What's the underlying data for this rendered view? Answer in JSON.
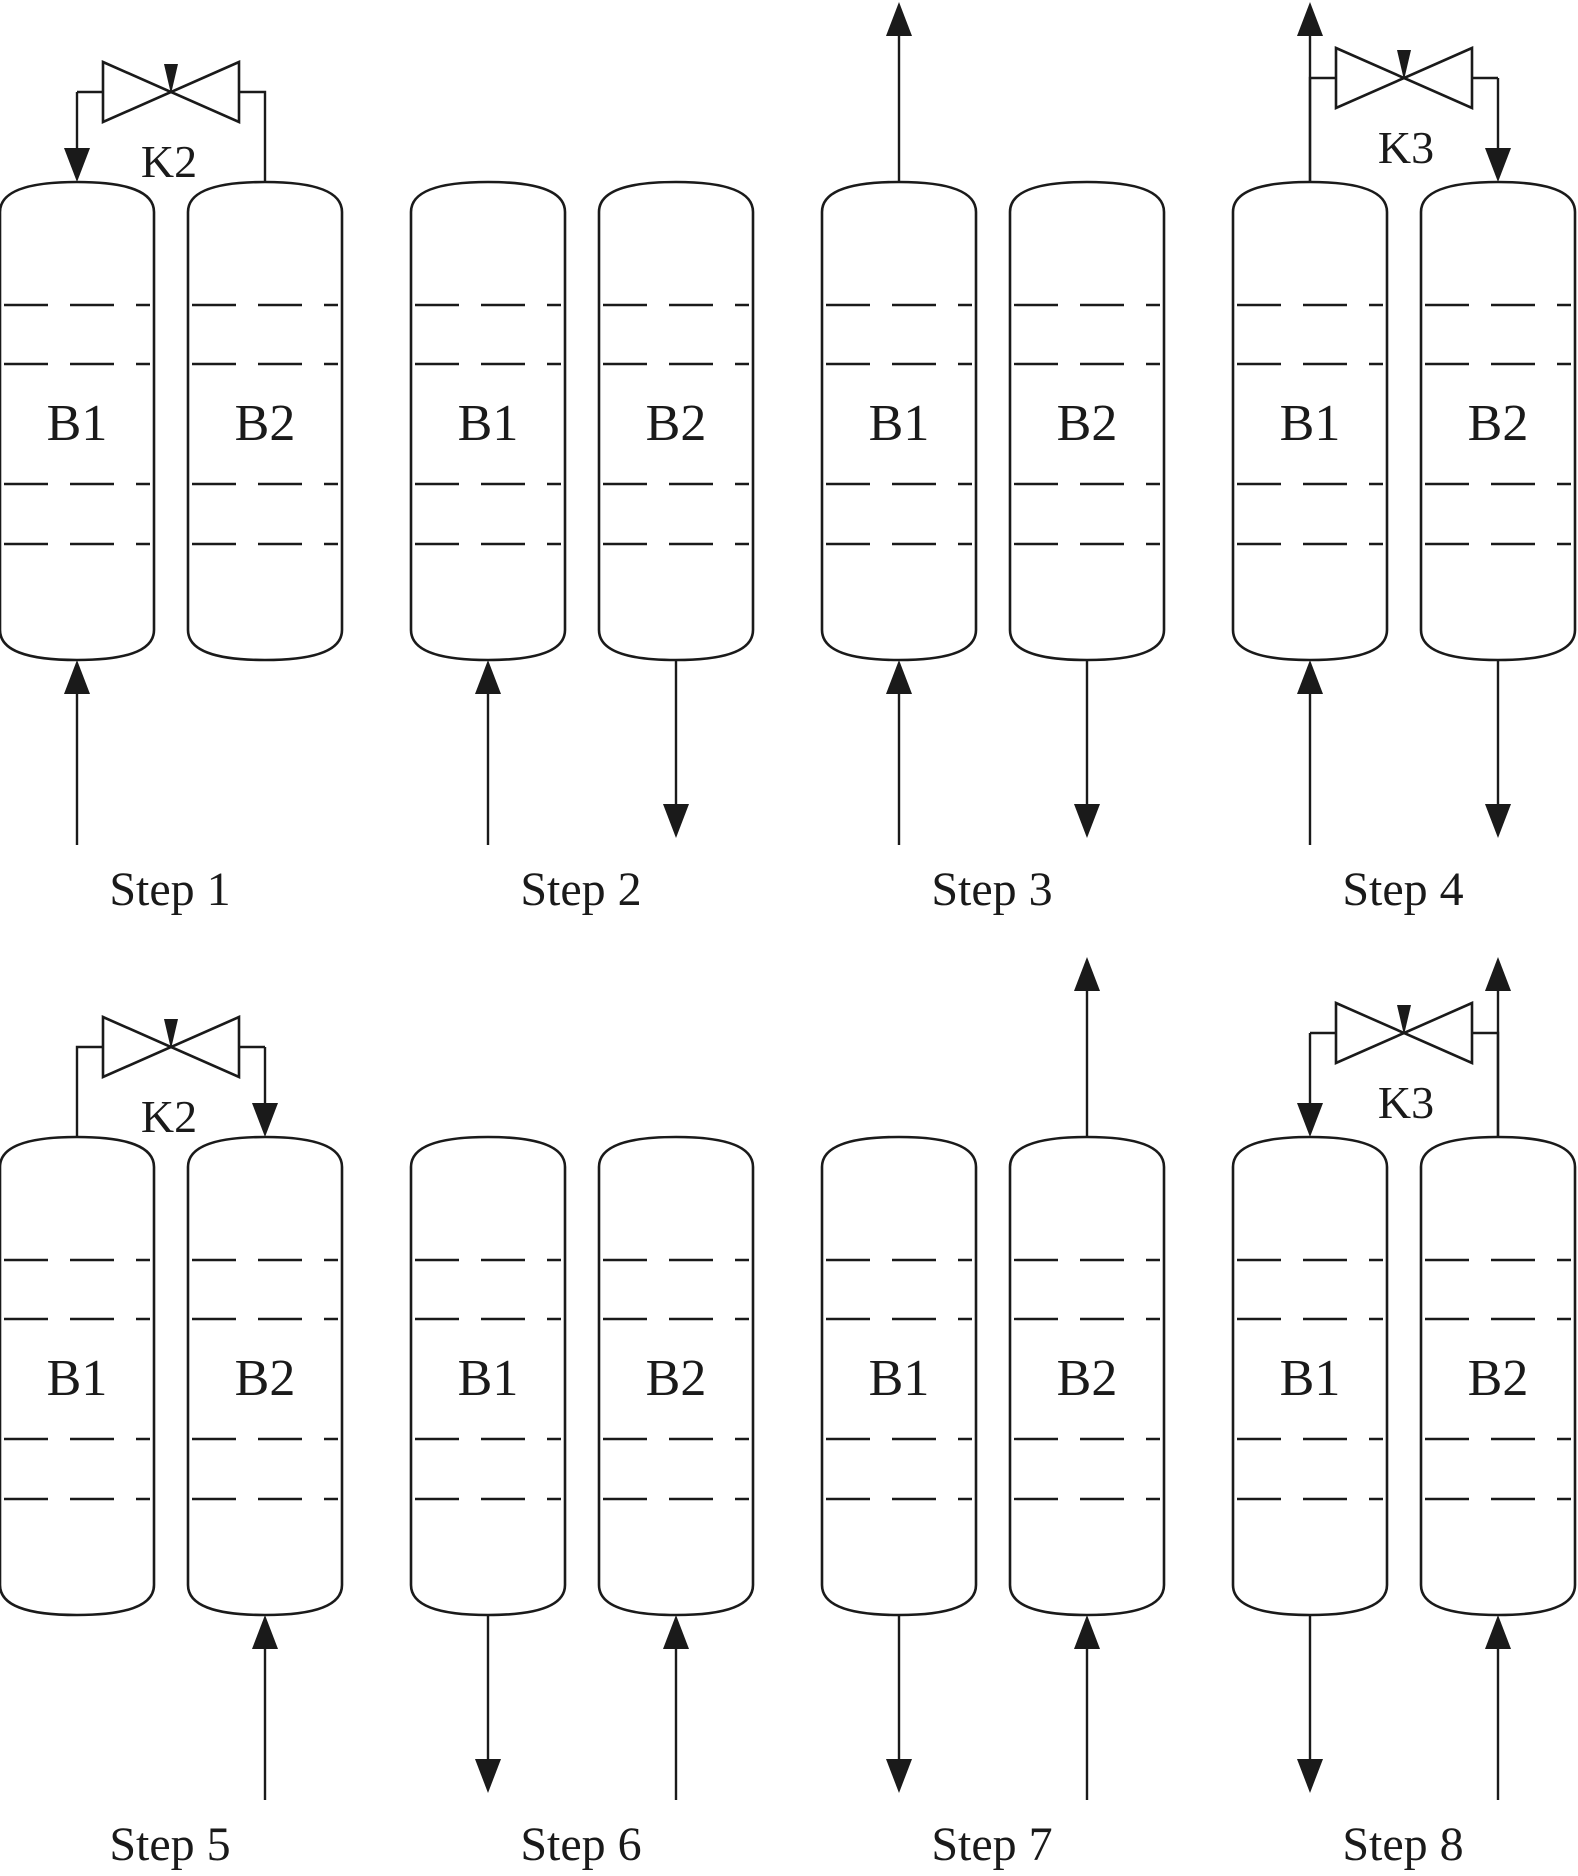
{
  "steps": [
    {
      "label": "Step 1",
      "beds": [
        "B1",
        "B2"
      ],
      "bottom": {
        "B1": "in",
        "B2": "none"
      },
      "top_vent": "none",
      "valve": {
        "label": "K2",
        "from": "B2",
        "to": "B1"
      }
    },
    {
      "label": "Step 2",
      "beds": [
        "B1",
        "B2"
      ],
      "bottom": {
        "B1": "in",
        "B2": "out"
      },
      "top_vent": "none",
      "valve": null
    },
    {
      "label": "Step 3",
      "beds": [
        "B1",
        "B2"
      ],
      "bottom": {
        "B1": "in",
        "B2": "out"
      },
      "top_vent": "B1",
      "valve": null
    },
    {
      "label": "Step 4",
      "beds": [
        "B1",
        "B2"
      ],
      "bottom": {
        "B1": "in",
        "B2": "out"
      },
      "top_vent": "B1",
      "valve": {
        "label": "K3",
        "from": "B1",
        "to": "B2"
      }
    },
    {
      "label": "Step 5",
      "beds": [
        "B1",
        "B2"
      ],
      "bottom": {
        "B1": "none",
        "B2": "in"
      },
      "top_vent": "none",
      "valve": {
        "label": "K2",
        "from": "B1",
        "to": "B2"
      }
    },
    {
      "label": "Step 6",
      "beds": [
        "B1",
        "B2"
      ],
      "bottom": {
        "B1": "out",
        "B2": "in"
      },
      "top_vent": "none",
      "valve": null
    },
    {
      "label": "Step 7",
      "beds": [
        "B1",
        "B2"
      ],
      "bottom": {
        "B1": "out",
        "B2": "in"
      },
      "top_vent": "B2",
      "valve": null
    },
    {
      "label": "Step 8",
      "beds": [
        "B1",
        "B2"
      ],
      "bottom": {
        "B1": "out",
        "B2": "in"
      },
      "top_vent": "B2",
      "valve": {
        "label": "K3",
        "from": "B2",
        "to": "B1"
      }
    }
  ]
}
